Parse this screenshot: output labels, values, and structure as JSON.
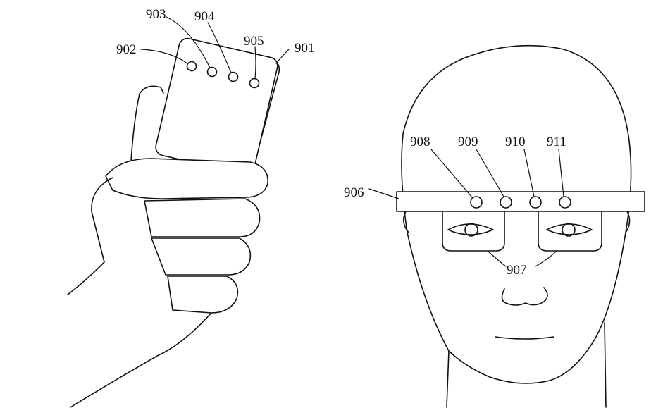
{
  "labels": {
    "phone": "901",
    "phone_sensor_1": "902",
    "phone_sensor_2": "903",
    "phone_sensor_3": "904",
    "phone_sensor_4": "905",
    "glasses_frame": "906",
    "lenses": "907",
    "glasses_sensor_1": "908",
    "glasses_sensor_2": "909",
    "glasses_sensor_3": "910",
    "glasses_sensor_4": "911"
  }
}
